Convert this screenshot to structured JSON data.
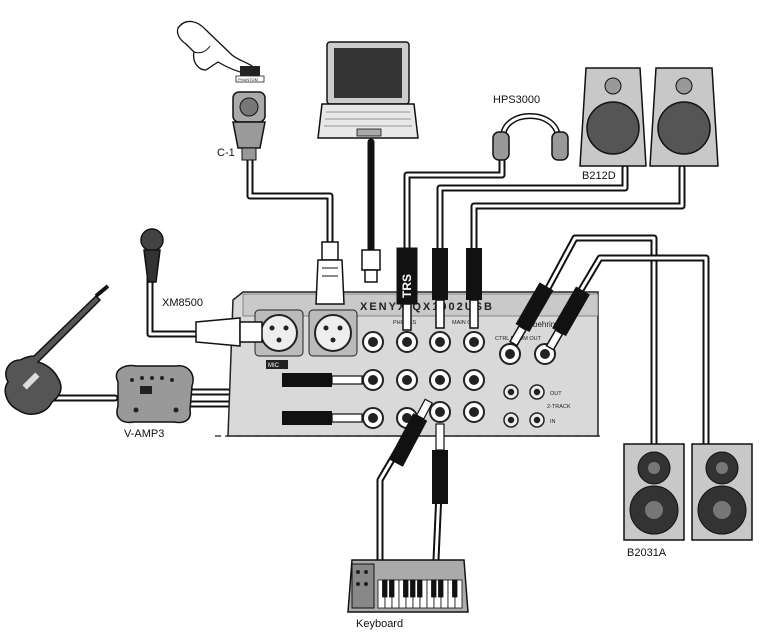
{
  "labels": {
    "c1": "C-1",
    "phantom": "PHANTOM",
    "hps3000": "HPS3000",
    "b212d": "B212D",
    "xm8500": "XM8500",
    "vamp3": "V-AMP3",
    "b2031a": "B2031A",
    "keyboard": "Keyboard",
    "trs": "TRS"
  },
  "mixer": {
    "brand": "XENYX QX1002USB",
    "maker": "behringer",
    "mic": "MIC",
    "main_out": "MAIN OUT",
    "phones": "PHONES",
    "ctrl_room_out": "CTRL ROOM OUT",
    "fx": "2-TRACK",
    "out": "OUT",
    "in": "IN"
  },
  "colors": {
    "mixer_body": "#d9d9d9",
    "cable": "#1a1a1a",
    "speaker_grey": "#c8c8c8",
    "woofer": "#333333"
  }
}
